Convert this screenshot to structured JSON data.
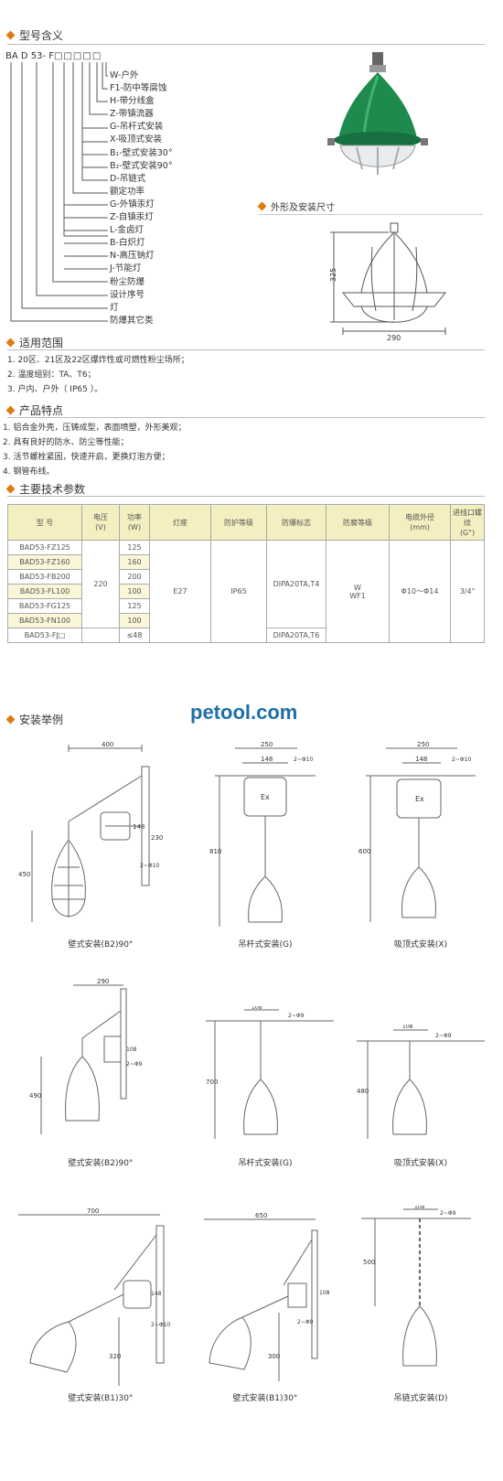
{
  "sections": {
    "model": "型号含义",
    "scope": "适用范围",
    "features": "产品特点",
    "params": "主要技术参数",
    "install": "安装举例",
    "dims": "外形及安装尺寸"
  },
  "model_code": {
    "prefix": "BA D  53- F",
    "boxes": "□□□□□",
    "lines": [
      "W-户外",
      "F1-防中等腐蚀",
      "H-带分线盒",
      "Z-带镇流器",
      "G-吊杆式安装",
      "X-吸顶式安装",
      "B₁-壁式安装30°",
      "B₂-壁式安装90°",
      "D-吊链式",
      "额定功率",
      "G-外镇汞灯",
      "Z-自镇汞灯",
      "L-金卤灯",
      "B-白炽灯",
      "N-高压钠灯",
      "J-节能灯",
      "粉尘防爆",
      "设计序号",
      "灯",
      "防爆其它类"
    ]
  },
  "scope": [
    "1. 20区、21区及22区爆炸性或可燃性粉尘场所；",
    "2. 温度组别：TA、T6；",
    "3. 户内、户外（ IP65 ）。"
  ],
  "features": [
    "1. 铝合金外壳，压铸成型，表面喷塑，外形美观；",
    "2. 具有良好的防水、防尘等性能；",
    "3. 活节螺栓紧固，快速开启，更换灯泡方便；",
    "4. 钢管布线。"
  ],
  "table": {
    "headers": [
      "型 号",
      "电压\n(V)",
      "功率\n(W)",
      "灯座",
      "防护等级",
      "防爆标志",
      "防腐等级",
      "电缆外径\n(mm)",
      "进线口螺纹\n(G\")"
    ],
    "models": [
      "BAD53-FZ125",
      "BAD53-FZ160",
      "BAD53-FB200",
      "BAD53-FL100",
      "BAD53-FG125",
      "BAD53-FN100",
      "BAD53-FJ□"
    ],
    "powers": [
      "125",
      "160",
      "200",
      "100",
      "125",
      "100",
      "≤48"
    ],
    "voltage": "220",
    "socket": "E27",
    "ip": "IP65",
    "ex_mark_1": "DIPA20TA,T4",
    "ex_mark_2": "DIPA20TA,T6",
    "anti_corrosion": "W\nWF1",
    "cable": "Φ10～Φ14",
    "thread": "3/4\""
  },
  "brand": "petool.com",
  "dims_drawing": {
    "height": "325",
    "width": "290"
  },
  "install_examples": [
    {
      "caption": "壁式安装(B2)90°",
      "dims": [
        "400",
        "148",
        "230",
        "450",
        "2~Φ10"
      ]
    },
    {
      "caption": "吊杆式安装(G)",
      "dims": [
        "250",
        "148",
        "2~Φ10",
        "810"
      ]
    },
    {
      "caption": "吸顶式安装(X)",
      "dims": [
        "250",
        "148",
        "2~Φ10",
        "600"
      ]
    },
    {
      "caption": "壁式安装(B2)90°",
      "dims": [
        "290",
        "108",
        "2~Φ9",
        "490"
      ]
    },
    {
      "caption": "吊杆式安装(G)",
      "dims": [
        "108",
        "2~Φ9",
        "700"
      ]
    },
    {
      "caption": "吸顶式安装(X)",
      "dims": [
        "108",
        "2~Φ9",
        "480"
      ]
    },
    {
      "caption": "壁式安装(B1)30°",
      "dims": [
        "700",
        "148",
        "2~Φ10",
        "320"
      ]
    },
    {
      "caption": "壁式安装(B1)30°",
      "dims": [
        "650",
        "108",
        "2~Φ9",
        "300"
      ]
    },
    {
      "caption": "吊链式安装(D)",
      "dims": [
        "108",
        "2~Φ9",
        "500"
      ]
    }
  ]
}
